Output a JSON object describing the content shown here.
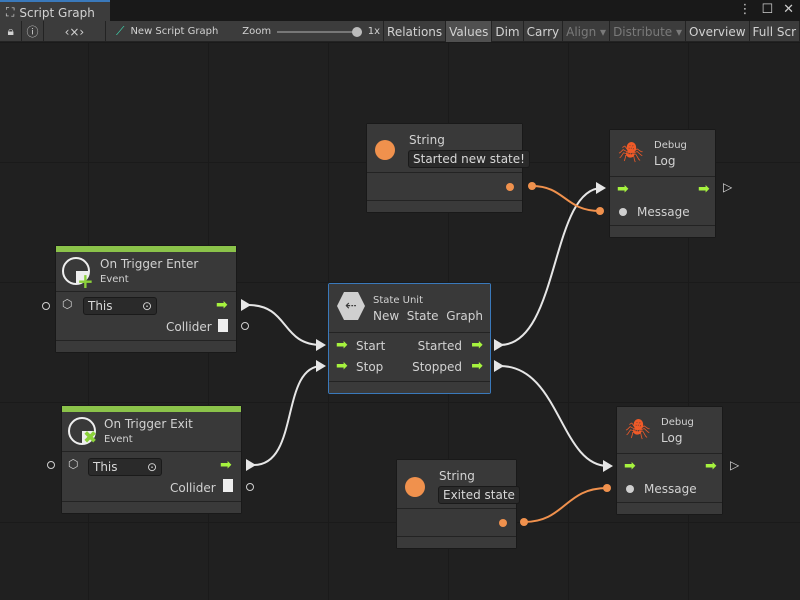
{
  "window": {
    "tab_title": "Script Graph",
    "tab_icon": "hierarchy-icon"
  },
  "toolbar": {
    "graph_name": "New Script Graph",
    "zoom_label": "Zoom",
    "zoom_value": "1x",
    "zoom_fraction": 1.0,
    "buttons": [
      "Relations",
      "Values",
      "Dim",
      "Carry",
      "Align ▾",
      "Distribute ▾",
      "Overview",
      "Full Scr"
    ]
  },
  "nodes": {
    "trigger_enter": {
      "title": "On Trigger Enter",
      "subtitle": "Event",
      "target": "This",
      "output": "Collider",
      "accent": "#8bc34a"
    },
    "trigger_exit": {
      "title": "On Trigger Exit",
      "subtitle": "Event",
      "target": "This",
      "output": "Collider",
      "accent": "#8bc34a"
    },
    "state_unit": {
      "subtitle": "State Unit",
      "title": "New  State  Graph",
      "inputs": [
        "Start",
        "Stop"
      ],
      "outputs": [
        "Started",
        "Stopped"
      ]
    },
    "string1": {
      "title": "String",
      "value": "Started new state!"
    },
    "string2": {
      "title": "String",
      "value": "Exited state"
    },
    "log1": {
      "subtitle": "Debug",
      "title": "Log",
      "input": "Message"
    },
    "log2": {
      "subtitle": "Debug",
      "title": "Log",
      "input": "Message"
    }
  },
  "colors": {
    "control_flow": "#a6f33e",
    "string_port": "#f0914d",
    "selection": "#3a79bb"
  }
}
